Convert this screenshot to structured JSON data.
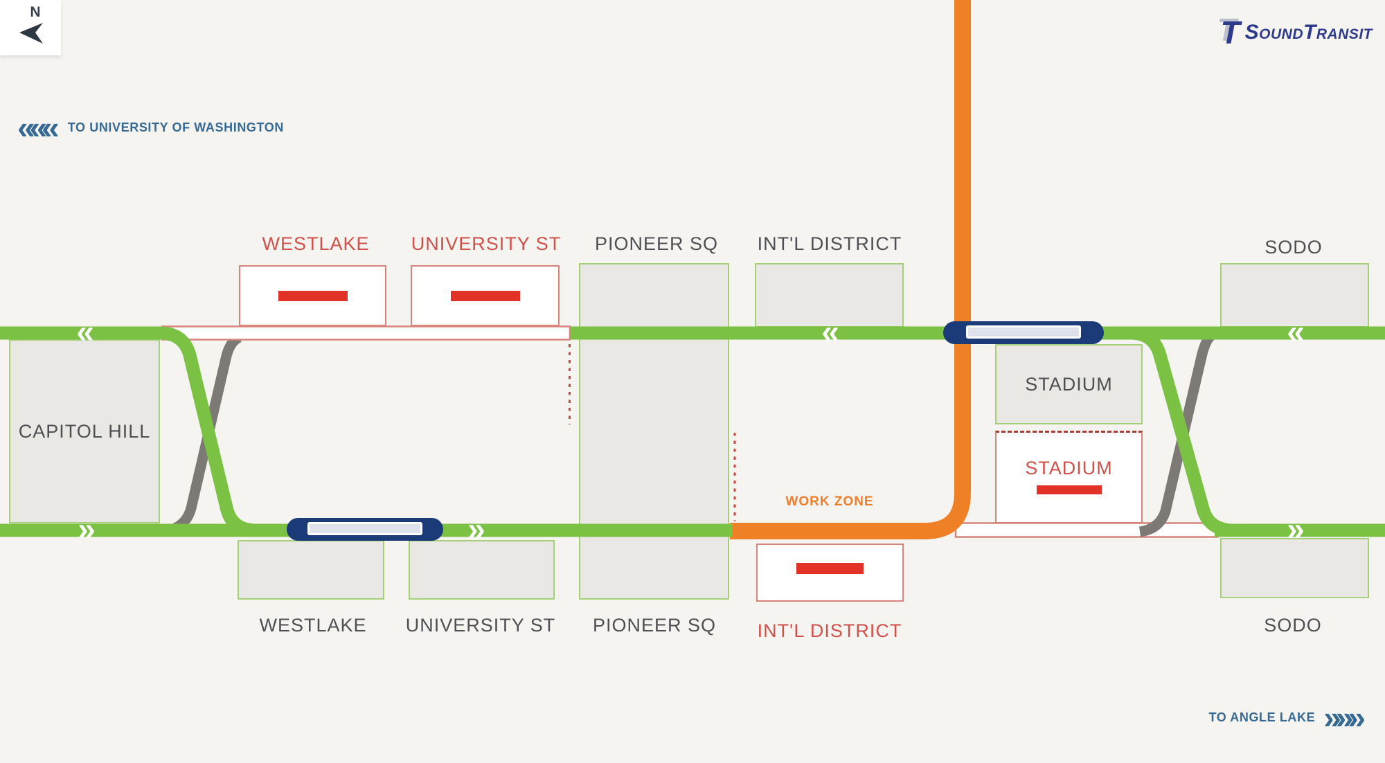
{
  "app": {
    "compass": "N",
    "logo_mark": "T",
    "logo": "SoundTransit"
  },
  "directions": {
    "to_university_of_washington": {
      "chevrons": "«««",
      "label": "TO UNIVERSITY OF WASHINGTON"
    },
    "to_angle_lake": {
      "label": "TO ANGLE LAKE",
      "chevrons": "»»»"
    }
  },
  "annotations": {
    "work_zone": "WORK ZONE"
  },
  "track_chevrons": {
    "left": "«",
    "right": "»"
  },
  "stations": {
    "capitol_hill": {
      "label": "CAPITOL HILL",
      "status": "open"
    },
    "westlake_top": {
      "label": "WESTLAKE",
      "status": "closed"
    },
    "university_st_top": {
      "label": "UNIVERSITY ST",
      "status": "closed"
    },
    "pioneer_sq_top": {
      "label": "PIONEER SQ",
      "status": "open"
    },
    "intl_district_top": {
      "label": "INT'L DISTRICT",
      "status": "open"
    },
    "stadium_open": {
      "label": "STADIUM",
      "status": "open"
    },
    "stadium_closed": {
      "label": "STADIUM",
      "status": "closed"
    },
    "sodo_top": {
      "label": "SODO",
      "status": "open"
    },
    "westlake_bottom": {
      "label": "WESTLAKE",
      "status": "open"
    },
    "university_st_bottom": {
      "label": "UNIVERSITY ST",
      "status": "open"
    },
    "pioneer_sq_bottom": {
      "label": "PIONEER SQ",
      "status": "open"
    },
    "intl_district_bottom": {
      "label": "INT'L DISTRICT",
      "status": "closed"
    },
    "sodo_bottom": {
      "label": "SODO",
      "status": "open"
    }
  },
  "colors": {
    "background": "#f5f4f1",
    "line_green": "#7bc143",
    "station_fill": "#e9e8e4",
    "station_border": "#a6cf7c",
    "closed_track_border": "#d8837c",
    "closed_station_dash": "#e23227",
    "label_red": "#d0504a",
    "label_dark": "#4e4f53",
    "work_zone_orange": "#ee7f2f",
    "orange_line": "#f08025",
    "train_navy": "#1b3b78",
    "train_inner": "#dfe2ea",
    "direction_blue": "#376a92",
    "logo_navy": "#2e3a8c",
    "out_of_service_gray": "#7d7974",
    "dashed_red": "#c9463c"
  }
}
